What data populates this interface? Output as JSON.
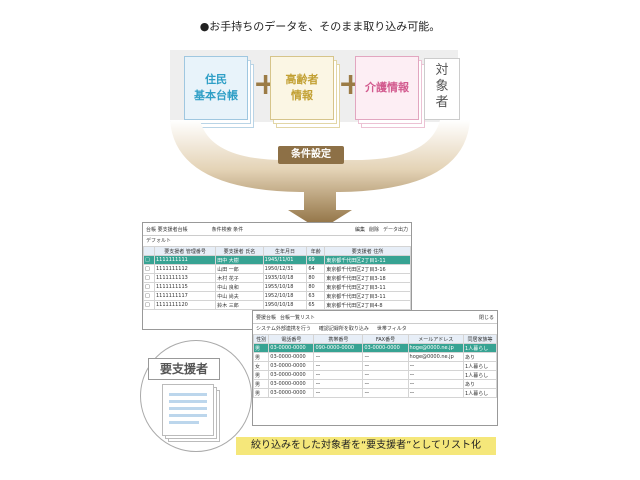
{
  "headline": "●お手持ちのデータを、そのまま取り込み可能。",
  "sources": [
    {
      "line1": "住民",
      "line2": "基本台帳",
      "color": "#2f9fc6"
    },
    {
      "line1": "高齢者",
      "line2": "情報",
      "color": "#c2a033"
    },
    {
      "line1": "介護情報",
      "line2": "",
      "color": "#d25a8e"
    }
  ],
  "plus_symbol": "+",
  "target_label_chars": [
    "対",
    "象",
    "者"
  ],
  "condition_label": "条件設定",
  "window1": {
    "title": "台帳 要支援者台帳",
    "menu": "条件検索 条件",
    "tab": "デフォルト",
    "toolbar_items": [
      "編集",
      "削除",
      "データ出力"
    ],
    "headers": [
      "",
      "要支援者 管理番号",
      "要支援者 氏名",
      "生年月日",
      "年齢",
      "要支援者 住所"
    ],
    "rows": [
      [
        "1111111111",
        "田中 大樹",
        "1945/11/01",
        "69",
        "東京都千代田区2丁目1-11"
      ],
      [
        "1111111112",
        "山田 一郎",
        "1950/12/31",
        "64",
        "東京都千代田区2丁目3-16"
      ],
      [
        "1111111113",
        "木村 花子",
        "1935/10/18",
        "80",
        "東京都千代田区2丁目3-18"
      ],
      [
        "1111111115",
        "中山 良和",
        "1955/10/18",
        "80",
        "東京都千代田区2丁目3-11"
      ],
      [
        "1111111117",
        "中山 尚夫",
        "1952/10/18",
        "63",
        "東京都千代田区2丁目3-11"
      ],
      [
        "1111111120",
        "鈴木 三郎",
        "1950/10/18",
        "65",
        "東京都千代田区2丁目4-8"
      ]
    ]
  },
  "window2": {
    "tabs": [
      "要援台帳",
      "台帳一覧リスト"
    ],
    "close": "閉じる",
    "options": [
      "システム外部連携を行う",
      "確認記録所を取り込み",
      "世帯フィルタ"
    ],
    "headers": [
      "性別",
      "電話番号",
      "携帯番号",
      "FAX番号",
      "メールアドレス",
      "同居家族等"
    ],
    "rows": [
      [
        "男",
        "03-0000-0000",
        "090-0000-0000",
        "03-0000-0000",
        "hoge@0000.ne.jp",
        "1人暮らし"
      ],
      [
        "男",
        "03-0000-0000",
        "ー",
        "ー",
        "hoge@0000.ne.jp",
        "あり"
      ],
      [
        "女",
        "03-0000-0000",
        "ー",
        "ー",
        "ー",
        "1人暮らし"
      ],
      [
        "男",
        "03-0000-0000",
        "ー",
        "ー",
        "ー",
        "1人暮らし"
      ],
      [
        "男",
        "03-0000-0000",
        "ー",
        "ー",
        "ー",
        "あり"
      ],
      [
        "男",
        "03-0000-0000",
        "ー",
        "ー",
        "ー",
        "1人暮らし"
      ]
    ]
  },
  "bubble_title": "要支援者",
  "caption": "絞り込みをした対象者を“要支援者”としてリスト化",
  "colors": {
    "accent_brown": "#8d7046",
    "highlight_teal": "#37a393",
    "caption_yellow": "#f5e77a"
  }
}
